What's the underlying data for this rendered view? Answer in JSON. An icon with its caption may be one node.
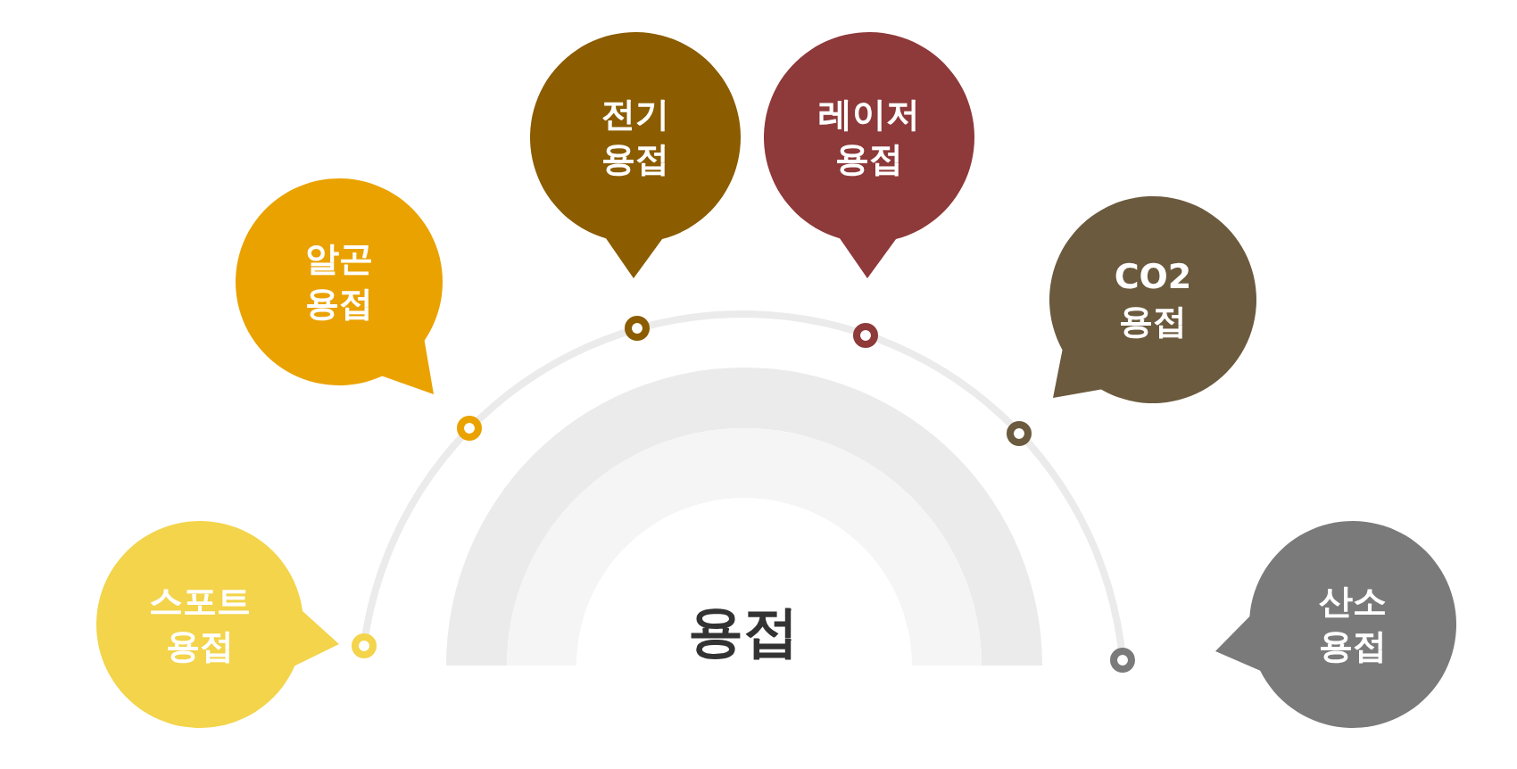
{
  "diagram": {
    "nodes": [
      {
        "text": [
          "스포트 용접"
        ]
      },
      {
        "text": [
          "알곤 용접"
        ]
      },
      {
        "text": [
          "전기 용접"
        ]
      },
      {
        "text": [
          "레이저 용접"
        ]
      },
      {
        "text": [
          "CO2 용접"
        ]
      },
      {
        "text": [
          "산소 용접"
        ]
      },
      {
        "text": [
          "용접"
        ]
      }
    ]
  }
}
